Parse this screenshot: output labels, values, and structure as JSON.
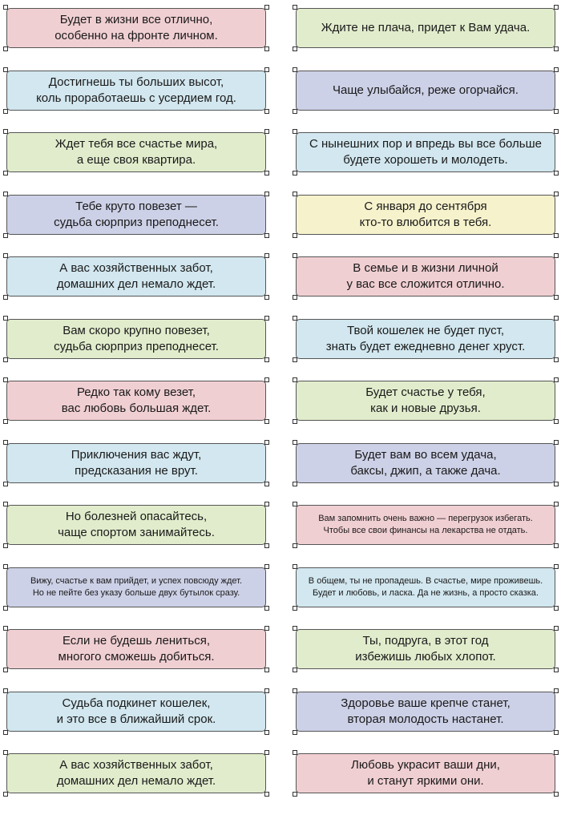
{
  "colors": {
    "pink": "#f0cfd2",
    "blue": "#d2e7ef",
    "green": "#e1eccc",
    "lavender": "#cdd1e7",
    "yellow": "#f6f2cc"
  },
  "cards": [
    {
      "col": 0,
      "row": 0,
      "color": "pink",
      "small": false,
      "lines": [
        "Будет в жизни все отлично,",
        "особенно на фронте личном."
      ]
    },
    {
      "col": 1,
      "row": 0,
      "color": "green",
      "small": false,
      "lines": [
        "Ждите не плача, придет к Вам удача."
      ]
    },
    {
      "col": 0,
      "row": 1,
      "color": "blue",
      "small": false,
      "lines": [
        "Достигнешь ты больших высот,",
        "коль проработаешь с усердием год."
      ]
    },
    {
      "col": 1,
      "row": 1,
      "color": "lavender",
      "small": false,
      "lines": [
        "Чаще улыбайся, реже огорчайся."
      ]
    },
    {
      "col": 0,
      "row": 2,
      "color": "green",
      "small": false,
      "lines": [
        "Ждет тебя все счастье мира,",
        "а еще своя квартира."
      ]
    },
    {
      "col": 1,
      "row": 2,
      "color": "blue",
      "small": false,
      "lines": [
        "С нынешних пор и впредь вы все больше",
        "будете хорошеть и молодеть."
      ]
    },
    {
      "col": 0,
      "row": 3,
      "color": "lavender",
      "small": false,
      "lines": [
        "Тебе круто повезет —",
        "судьба сюрприз преподнесет."
      ]
    },
    {
      "col": 1,
      "row": 3,
      "color": "yellow",
      "small": false,
      "lines": [
        "С января до сентября",
        "кто-то влюбится в тебя."
      ]
    },
    {
      "col": 0,
      "row": 4,
      "color": "blue",
      "small": false,
      "lines": [
        "А вас хозяйственных забот,",
        "домашних дел немало ждет."
      ]
    },
    {
      "col": 1,
      "row": 4,
      "color": "pink",
      "small": false,
      "lines": [
        "В семье и в жизни личной",
        "у вас все сложится отлично."
      ]
    },
    {
      "col": 0,
      "row": 5,
      "color": "green",
      "small": false,
      "lines": [
        "Вам скоро крупно повезет,",
        "судьба сюрприз преподнесет."
      ]
    },
    {
      "col": 1,
      "row": 5,
      "color": "blue",
      "small": false,
      "lines": [
        "Твой кошелек не будет пуст,",
        "знать будет ежедневно денег хруст."
      ]
    },
    {
      "col": 0,
      "row": 6,
      "color": "pink",
      "small": false,
      "lines": [
        "Редко так кому везет,",
        "вас любовь большая ждет."
      ]
    },
    {
      "col": 1,
      "row": 6,
      "color": "green",
      "small": false,
      "lines": [
        "Будет счастье у тебя,",
        "как и новые друзья."
      ]
    },
    {
      "col": 0,
      "row": 7,
      "color": "blue",
      "small": false,
      "lines": [
        "Приключения вас ждут,",
        "предсказания не врут."
      ]
    },
    {
      "col": 1,
      "row": 7,
      "color": "lavender",
      "small": false,
      "lines": [
        "Будет вам во всем удача,",
        "баксы, джип, а также дача."
      ]
    },
    {
      "col": 0,
      "row": 8,
      "color": "green",
      "small": false,
      "lines": [
        "Но болезней опасайтесь,",
        "чаще спортом занимайтесь."
      ]
    },
    {
      "col": 1,
      "row": 8,
      "color": "pink",
      "small": true,
      "lines": [
        "Вам запомнить очень важно — перегрузок избегать.",
        "Чтобы все свои финансы на лекарства не отдать."
      ]
    },
    {
      "col": 0,
      "row": 9,
      "color": "lavender",
      "small": true,
      "lines": [
        "Вижу, счастье к вам прийдет, и успех повсюду ждет.",
        "Но не пейте без указу больше двух бутылок сразу."
      ]
    },
    {
      "col": 1,
      "row": 9,
      "color": "blue",
      "small": true,
      "lines": [
        "В общем, ты не пропадешь. В счастье, мире проживешь.",
        "Будет и любовь, и ласка. Да не жизнь, а просто сказка."
      ]
    },
    {
      "col": 0,
      "row": 10,
      "color": "pink",
      "small": false,
      "lines": [
        "Если не будешь лениться,",
        "многого сможешь добиться."
      ]
    },
    {
      "col": 1,
      "row": 10,
      "color": "green",
      "small": false,
      "lines": [
        "Ты, подруга, в этот год",
        "избежишь любых хлопот."
      ]
    },
    {
      "col": 0,
      "row": 11,
      "color": "blue",
      "small": false,
      "lines": [
        "Судьба подкинет кошелек,",
        "и это все в ближайший срок."
      ]
    },
    {
      "col": 1,
      "row": 11,
      "color": "lavender",
      "small": false,
      "lines": [
        "Здоровье ваше крепче станет,",
        "вторая молодость настанет."
      ]
    },
    {
      "col": 0,
      "row": 12,
      "color": "green",
      "small": false,
      "lines": [
        "А вас хозяйственных забот,",
        "домашних дел немало ждет."
      ]
    },
    {
      "col": 1,
      "row": 12,
      "color": "pink",
      "small": false,
      "lines": [
        "Любовь украсит ваши дни,",
        "и станут яркими они."
      ]
    }
  ]
}
